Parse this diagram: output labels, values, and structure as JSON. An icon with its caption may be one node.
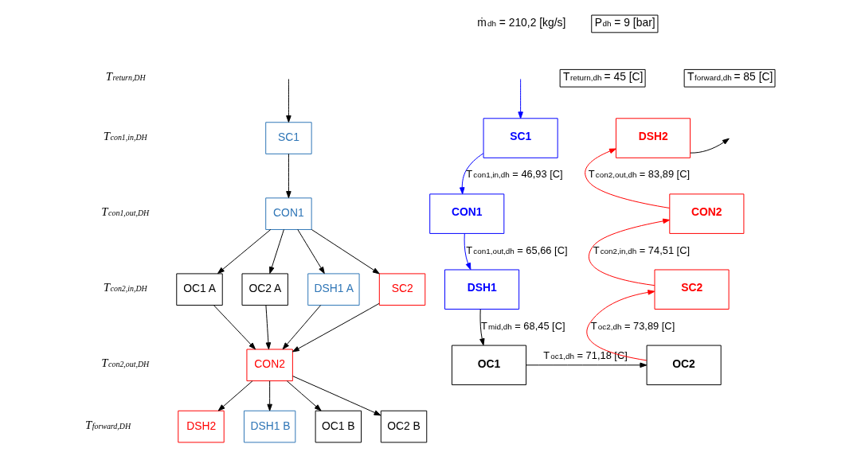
{
  "diagram": {
    "nodes": [
      {
        "text": [
          "SC1"
        ]
      },
      {
        "text": [
          "CON1"
        ]
      },
      {
        "text": [
          "OC1 A"
        ]
      },
      {
        "text": [
          "OC2 A"
        ]
      },
      {
        "text": [
          "DSH1 A"
        ]
      },
      {
        "text": [
          "SC2"
        ]
      },
      {
        "text": [
          "CON2"
        ]
      },
      {
        "text": [
          "DSH2"
        ]
      },
      {
        "text": [
          "DSH1 B"
        ]
      },
      {
        "text": [
          "OC1 B"
        ]
      },
      {
        "text": [
          "OC2 B"
        ]
      },
      {
        "text": [
          "P$_{dh}$ = 9 [bar]"
        ]
      },
      {
        "text": [
          "T$_{return,dh}$ = 45 [C]"
        ]
      },
      {
        "text": [
          "SC1"
        ]
      },
      {
        "text": [
          "CON1"
        ]
      },
      {
        "text": [
          "DSH1"
        ]
      },
      {
        "text": [
          "OC1"
        ]
      },
      {
        "text": [
          "OC2"
        ]
      },
      {
        "text": [
          "SC2"
        ]
      },
      {
        "text": [
          "CON2"
        ]
      },
      {
        "text": [
          "DSH2"
        ]
      },
      {
        "text": [
          "T$_{forward,dh}$ = 85 [C]"
        ]
      }
    ],
    "edges": [
      {
        "from": null,
        "to": 0,
        "arrow": "to"
      },
      {
        "from": 0,
        "to": 1,
        "arrow": "to"
      },
      {
        "from": 1,
        "to": 2,
        "arrow": "to"
      },
      {
        "from": 1,
        "to": 3,
        "arrow": "to"
      },
      {
        "from": 1,
        "to": 4,
        "arrow": "to"
      },
      {
        "from": 1,
        "to": 5,
        "arrow": "to"
      },
      {
        "from": 2,
        "to": 6,
        "arrow": "to"
      },
      {
        "from": 3,
        "to": 6,
        "arrow": "to"
      },
      {
        "from": 4,
        "to": 6,
        "arrow": "to"
      },
      {
        "from": 5,
        "to": 6,
        "arrow": "to"
      },
      {
        "from": 6,
        "to": 7,
        "arrow": "to"
      },
      {
        "from": 6,
        "to": 8,
        "arrow": "to"
      },
      {
        "from": 6,
        "to": 9,
        "arrow": "to"
      },
      {
        "from": 6,
        "to": 10,
        "arrow": "to"
      },
      {
        "from": null,
        "to": 13,
        "arrow": "to",
        "color": "#0000ff"
      },
      {
        "from": 13,
        "to": 14,
        "arrow": "to",
        "color": "#0000ff",
        "label": "T$_{con1,in,dh}$ = 46,93 [C]"
      },
      {
        "from": 14,
        "to": 15,
        "arrow": "to",
        "color": "#0000ff",
        "label": "T$_{con1,out,dh}$ = 65,66 [C]"
      },
      {
        "from": 15,
        "to": 16,
        "arrow": "to",
        "label": "T$_{mid,dh}$ = 68,45 [C]"
      },
      {
        "from": 16,
        "to": 17,
        "arrow": "to",
        "label": "T$_{oc1,dh}$ = 71,18 [C]"
      },
      {
        "from": 17,
        "to": 18,
        "arrow": "to",
        "color": "#ff0000",
        "label": "T$_{oc2,dh}$ = 73,89 [C]"
      },
      {
        "from": 18,
        "to": 19,
        "arrow": "to",
        "color": "#ff0000",
        "label": "T$_{con2,in,dh}$ = 74,51 [C]"
      },
      {
        "from": 19,
        "to": 20,
        "arrow": "to",
        "color": "#ff0000",
        "label": "T$_{con2,out,dh}$ = 83,89 [C]"
      },
      {
        "from": 20,
        "to": null,
        "arrow": "to"
      }
    ],
    "labels": [
      "T$_{return,DH}$",
      "T$_{con1,in,DH}$",
      "T$_{con1,out,DH}$",
      "T$_{con2,in,DH}$",
      "T$_{con2,out,DH}$",
      "T$_{forward,DH}$",
      "ṁ$_{dh}$ = 210,2 [kg/s]"
    ]
  }
}
